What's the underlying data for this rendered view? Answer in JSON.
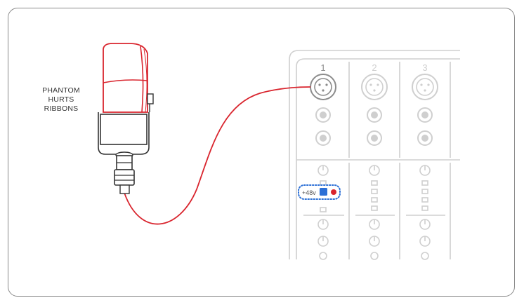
{
  "caption_lines": [
    "PHANTOM",
    "HURTS",
    "RIBBONS"
  ],
  "channels": [
    "1",
    "2",
    "3"
  ],
  "phantom_label": "+48v",
  "colors": {
    "accent_red": "#d9252e",
    "mixer_line": "#cfcfcf",
    "active_line": "#8c8c8c",
    "phantom_blue": "#2b6fd6",
    "frame": "#8a8a8a"
  },
  "icons": {
    "microphone": "ribbon-mic-icon",
    "xlr": "xlr-jack-icon",
    "knob": "knob-icon",
    "switch": "phantom-switch-icon"
  }
}
